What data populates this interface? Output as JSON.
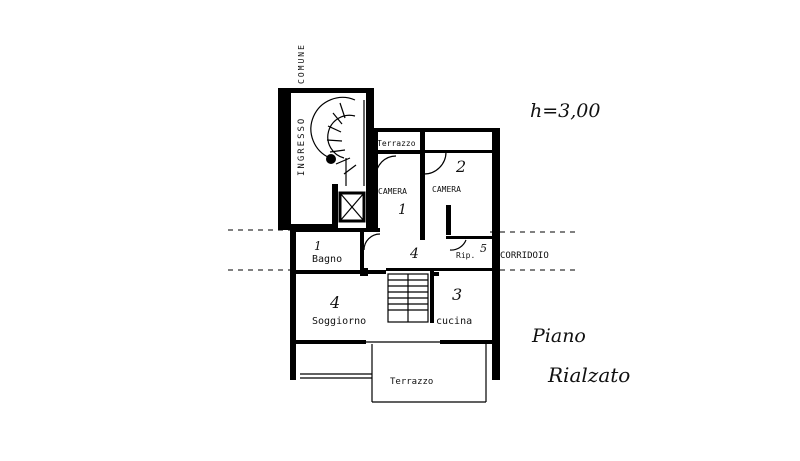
{
  "labels": {
    "entrance": "INGRESSO",
    "common": "COMUNE",
    "height": "h=3,00",
    "terrace_top": "Terrazzo",
    "room1_name": "CAMERA",
    "room1_num": "1",
    "room2_name": "CAMERA",
    "room2_num": "2",
    "bath_num": "1",
    "bath": "Bagno",
    "hall_num": "4",
    "storage": "Rip.",
    "storage_num": "5",
    "corridor": "CORRIDOIO",
    "living_num": "4",
    "living": "Soggiorno",
    "kitchen_num": "3",
    "kitchen": "cucina",
    "terrace_bottom": "Terrazzo",
    "floor_line1": "Piano",
    "floor_line2": "Rialzato"
  }
}
